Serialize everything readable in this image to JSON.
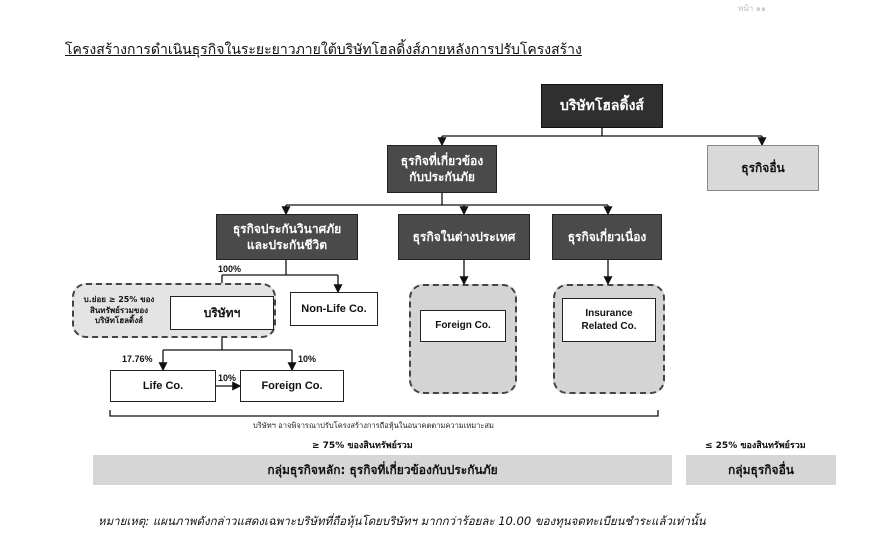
{
  "corner_mark": "หน้า ๑๑",
  "title": "โครงสร้างการดำเนินธุรกิจในระยะยาวภายใต้บริษัทโฮลดิ้งส์ภายหลังการปรับโครงสร้าง",
  "nodes": {
    "holding": "บริษัทโฮลดิ้งส์",
    "insurance_related": "ธุรกิจที่เกี่ยวข้อง\nกับประกันภัย",
    "other_business": "ธุรกิจอื่น",
    "nonlife_life": "ธุรกิจประกันวินาศภัย\nและประกันชีวิต",
    "overseas": "ธุรกิจในต่างประเทศ",
    "related": "ธุรกิจเกี่ยวเนื่อง",
    "subsidiary_note": "บ.ย่อย ≥ 25% ของ\nสินทรัพย์รวมของ\nบริษัทโฮลดิ้งส์",
    "company": "บริษัทฯ",
    "nonlife_co": "Non-Life Co.",
    "foreign_co_overseas": "Foreign Co.",
    "insurance_related_co": "Insurance\nRelated Co.",
    "life_co": "Life Co.",
    "foreign_co": "Foreign Co."
  },
  "percentages": {
    "company_stake": "100%",
    "life_stake": "17.76%",
    "foreign_stake": "10%",
    "life_to_foreign": "10%"
  },
  "bracket_note": "บริษัทฯ อาจพิจารณาปรับโครงสร้างการถือหุ้นในอนาคตตามความเหมาะสม",
  "groups": {
    "core_label": "≥ 75% ของสินทรัพย์รวม",
    "core_band": "กลุ่มธุรกิจหลัก: ธุรกิจที่เกี่ยวข้องกับประกันภัย",
    "other_label": "≤ 25% ของสินทรัพย์รวม",
    "other_band": "กลุ่มธุรกิจอื่น"
  },
  "footnote": "หมายเหตุ: แผนภาพดังกล่าวแสดงเฉพาะบริษัทที่ถือหุ้นโดยบริษัทฯ มากกว่าร้อยละ 10.00 ของทุนจดทะเบียนชำระแล้วเท่านั้น"
}
